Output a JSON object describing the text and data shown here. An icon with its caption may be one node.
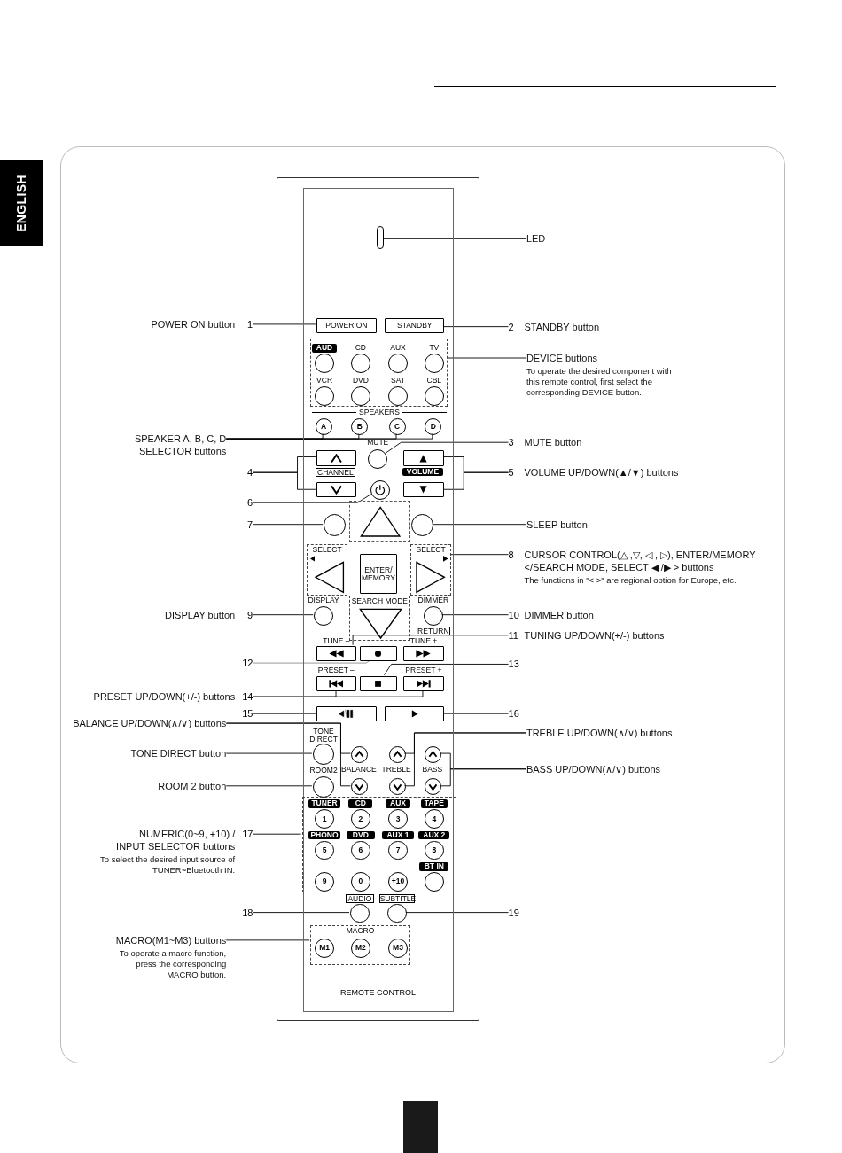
{
  "diagram": {
    "nodes": [
      {
        "text": [
          "ENGLISH"
        ]
      },
      {
        "text": [
          "REMOTE CONTROL"
        ]
      },
      {
        "text": [],
        "shape": "bar",
        "in": 1
      },
      {
        "text": [
          "POWER ON"
        ],
        "in": 1
      },
      {
        "text": [
          "STANDBY"
        ],
        "in": 1
      },
      {
        "text": [],
        "shape": "box",
        "in": 1
      },
      {
        "text": [
          "A"
        ],
        "in": 1
      },
      {
        "text": [
          "B"
        ],
        "in": 1
      },
      {
        "text": [
          "C"
        ],
        "in": 1
      },
      {
        "text": [
          "D"
        ],
        "in": 1
      },
      {
        "text": [],
        "shape": "circle",
        "in": 1,
        "beside": [
          "MUTE"
        ]
      },
      {
        "text": [],
        "shape": "box",
        "in": 1
      },
      {
        "text": [],
        "shape": "box",
        "in": 1
      },
      {
        "text": [],
        "shape": "box",
        "in": 1
      },
      {
        "text": [],
        "shape": "box",
        "in": 1
      },
      {
        "text": [],
        "shape": "circle",
        "in": 1
      },
      {
        "text": [],
        "shape": "circle",
        "in": 1
      },
      {
        "text": [],
        "shape": "circle",
        "in": 1
      },
      {
        "text": [
          "SELECT"
        ],
        "in": 1
      },
      {
        "text": [],
        "shape": "circle",
        "in": 1,
        "beside": [
          "DISPLAY"
        ]
      },
      {
        "text": [],
        "shape": "circle",
        "in": 1,
        "beside": [
          "DIMMER",
          "RETURN"
        ]
      },
      {
        "text": [],
        "shape": "box",
        "in": 1,
        "beside": [
          "TUNE –"
        ]
      },
      {
        "text": [],
        "shape": "box",
        "in": 1,
        "beside": [
          "TUNE +"
        ]
      },
      {
        "text": [],
        "shape": "box",
        "in": 1
      },
      {
        "text": [],
        "shape": "box",
        "in": 1
      },
      {
        "text": [],
        "shape": "box",
        "in": 1,
        "beside": [
          "PRESET –"
        ]
      },
      {
        "text": [],
        "shape": "box",
        "in": 1,
        "beside": [
          "PRESET +"
        ]
      },
      {
        "text": [],
        "shape": "box",
        "in": 1
      },
      {
        "text": [],
        "shape": "box",
        "in": 1
      },
      {
        "text": [],
        "shape": "circle",
        "in": 1,
        "beside": [
          "TONE DIRECT"
        ]
      },
      {
        "text": [],
        "shape": "circle",
        "in": 1
      },
      {
        "text": [],
        "shape": "circle",
        "in": 1
      },
      {
        "text": [],
        "shape": "circle",
        "in": 1,
        "beside": [
          "ROOM2"
        ]
      },
      {
        "text": [],
        "shape": "circle",
        "in": 1
      },
      {
        "text": [],
        "shape": "circle",
        "in": 1
      },
      {
        "text": [],
        "shape": "circle",
        "in": 1
      },
      {
        "text": [],
        "shape": "circle",
        "in": 1
      },
      {
        "text": [],
        "shape": "box",
        "in": 1
      },
      {
        "text": [],
        "shape": "circle",
        "in": 1,
        "beside": [
          "AUDIO"
        ]
      },
      {
        "text": [],
        "shape": "circle",
        "in": 1,
        "beside": [
          "SUBTITLE"
        ]
      },
      {
        "text": [
          "MACRO"
        ],
        "in": 1
      },
      {
        "text": [
          "LED"
        ]
      },
      {
        "text": [
          "POWER ON button",
          "1"
        ]
      },
      {
        "text": [
          "2",
          "STANDBY button"
        ]
      },
      {
        "text": [
          "DEVICE buttons",
          "To operate the desired component with this remote control, first select the corresponding DEVICE button."
        ]
      },
      {
        "text": [
          "SPEAKER A, B, C, D SELECTOR buttons"
        ]
      },
      {
        "text": [
          "3",
          "MUTE button"
        ]
      },
      {
        "text": [
          "4"
        ]
      },
      {
        "text": [
          "5",
          "VOLUME UP/DOWN(▲/▼) buttons"
        ]
      },
      {
        "text": [
          "6"
        ]
      },
      {
        "text": [
          "7"
        ]
      },
      {
        "text": [
          "SLEEP button"
        ]
      },
      {
        "text": [
          "8",
          "CURSOR CONTROL(△ ,▽, ◁ , ▷), ENTER/MEMORY </SEARCH MODE, SELECT ◀ /▶ > buttons",
          "The functions in \"< >\" are regional option for Europe, etc."
        ]
      },
      {
        "text": [
          "DISPLAY button",
          "9"
        ]
      },
      {
        "text": [
          "10",
          "DIMMER button"
        ]
      },
      {
        "text": [
          "11",
          "TUNING UP/DOWN(+/-) buttons"
        ]
      },
      {
        "text": [
          "12"
        ]
      },
      {
        "text": [
          "13"
        ]
      },
      {
        "text": [
          "PRESET UP/DOWN(+/-) buttons",
          "14"
        ]
      },
      {
        "text": [
          "15"
        ]
      },
      {
        "text": [
          "16"
        ]
      },
      {
        "text": [
          "BALANCE UP/DOWN(∧/∨) buttons"
        ]
      },
      {
        "text": [
          "TREBLE UP/DOWN(∧/∨) buttons"
        ]
      },
      {
        "text": [
          "TONE DIRECT button"
        ]
      },
      {
        "text": [
          "BASS UP/DOWN(∧/∨) buttons"
        ]
      },
      {
        "text": [
          "ROOM 2 button"
        ]
      },
      {
        "text": [
          "NUMERIC(0~9, +10) / INPUT SELECTOR buttons",
          "To select the desired input source of TUNER~Bluetooth IN.",
          "17"
        ]
      },
      {
        "text": [
          "18"
        ]
      },
      {
        "text": [
          "19"
        ]
      },
      {
        "text": [
          "MACRO(M1~M3) buttons",
          "To operate a macro function, press the corresponding MACRO button."
        ]
      },
      {
        "text": [
          "ENTER/ MEMORY"
        ],
        "in": 1
      },
      {
        "text": [
          "1"
        ],
        "in": 37,
        "beside": [
          "TUNER"
        ]
      },
      {
        "text": [
          "2"
        ],
        "in": 37,
        "beside": [
          "CD"
        ]
      },
      {
        "text": [
          "3"
        ],
        "in": 37,
        "beside": [
          "AUX"
        ]
      },
      {
        "text": [
          "4"
        ],
        "in": 37,
        "beside": [
          "TAPE"
        ]
      },
      {
        "text": [
          "5"
        ],
        "in": 37,
        "beside": [
          "PHONO"
        ]
      },
      {
        "text": [
          "6"
        ],
        "in": 37,
        "beside": [
          "DVD"
        ]
      },
      {
        "text": [
          "7"
        ],
        "in": 37,
        "beside": [
          "AUX 1"
        ]
      },
      {
        "text": [
          "8"
        ],
        "in": 37,
        "beside": [
          "AUX 2"
        ]
      },
      {
        "text": [
          "9"
        ],
        "in": 37
      },
      {
        "text": [
          "0"
        ],
        "in": 37
      },
      {
        "text": [
          "+10"
        ],
        "in": 37
      },
      {
        "text": [],
        "shape": "circle",
        "in": 37,
        "beside": [
          "BT IN"
        ]
      },
      {
        "text": [
          "M1"
        ],
        "in": 40
      },
      {
        "text": [
          "M2"
        ],
        "in": 40
      },
      {
        "text": [
          "M3"
        ],
        "in": 40
      },
      {
        "text": [
          "SELECT"
        ],
        "in": 1
      },
      {
        "text": [
          "SEARCH MODE"
        ],
        "in": 1
      },
      {
        "text": [],
        "shape": "circle",
        "in": 5,
        "beside": [
          "AUD"
        ]
      },
      {
        "text": [],
        "shape": "circle",
        "in": 5,
        "beside": [
          "CD"
        ]
      },
      {
        "text": [],
        "shape": "circle",
        "in": 5,
        "beside": [
          "AUX"
        ]
      },
      {
        "text": [],
        "shape": "circle",
        "in": 5,
        "beside": [
          "TV"
        ]
      },
      {
        "text": [],
        "shape": "circle",
        "in": 5,
        "beside": [
          "VCR"
        ]
      },
      {
        "text": [],
        "shape": "circle",
        "in": 5,
        "beside": [
          "DVD"
        ]
      },
      {
        "text": [],
        "shape": "circle",
        "in": 5,
        "beside": [
          "SAT"
        ]
      },
      {
        "text": [],
        "shape": "circle",
        "in": 5,
        "beside": [
          "CBL"
        ]
      }
    ],
    "edges": [
      {
        "from": 41,
        "to": 2,
        "arrow": "none"
      },
      {
        "from": 42,
        "to": 3,
        "arrow": "none"
      },
      {
        "from": 43,
        "to": 4,
        "arrow": "none"
      },
      {
        "from": 44,
        "to": 5,
        "arrow": "none"
      },
      {
        "from": 45,
        "to": 6,
        "arrow": "none"
      },
      {
        "from": 45,
        "to": 7,
        "arrow": "none"
      },
      {
        "from": 45,
        "to": 8,
        "arrow": "none"
      },
      {
        "from": 45,
        "to": 9,
        "arrow": "none"
      },
      {
        "from": 46,
        "to": 10,
        "arrow": "none"
      },
      {
        "from": 47,
        "to": 11,
        "arrow": "none"
      },
      {
        "from": 47,
        "to": 12,
        "arrow": "none"
      },
      {
        "from": 48,
        "to": 13,
        "arrow": "none"
      },
      {
        "from": 48,
        "to": 14,
        "arrow": "none"
      },
      {
        "from": 49,
        "to": 15,
        "arrow": "none"
      },
      {
        "from": 50,
        "to": 16,
        "arrow": "none"
      },
      {
        "from": 51,
        "to": 17,
        "arrow": "none"
      },
      {
        "from": 52,
        "to": 18,
        "arrow": "none"
      },
      {
        "from": 53,
        "to": 19,
        "arrow": "none"
      },
      {
        "from": 54,
        "to": 20,
        "arrow": "none"
      },
      {
        "from": 55,
        "to": 21,
        "arrow": "none"
      },
      {
        "from": 56,
        "to": 23,
        "arrow": "none",
        "color": "#8c8c8c"
      },
      {
        "from": 57,
        "to": 24,
        "arrow": "none"
      },
      {
        "from": 58,
        "to": 25,
        "arrow": "none"
      },
      {
        "from": 58,
        "to": 26,
        "arrow": "none"
      },
      {
        "from": 59,
        "to": 27,
        "arrow": "none"
      },
      {
        "from": 60,
        "to": 28,
        "arrow": "none"
      },
      {
        "from": 61,
        "to": 30,
        "arrow": "none"
      },
      {
        "from": 61,
        "to": 31,
        "arrow": "none"
      },
      {
        "from": 62,
        "to": 33,
        "arrow": "none"
      },
      {
        "from": 62,
        "to": 34,
        "arrow": "none"
      },
      {
        "from": 63,
        "to": 29,
        "arrow": "none"
      },
      {
        "from": 64,
        "to": 35,
        "arrow": "none"
      },
      {
        "from": 64,
        "to": 36,
        "arrow": "none"
      },
      {
        "from": 65,
        "to": 32,
        "arrow": "none"
      },
      {
        "from": 66,
        "to": 37,
        "arrow": "none"
      },
      {
        "from": 67,
        "to": 38,
        "arrow": "none"
      },
      {
        "from": 68,
        "to": 39,
        "arrow": "none"
      },
      {
        "from": 69,
        "to": 40,
        "arrow": "none"
      }
    ],
    "labels": [
      "SPEAKERS",
      "CHANNEL",
      "VOLUME",
      "BALANCE",
      "TREBLE",
      "BASS"
    ]
  }
}
